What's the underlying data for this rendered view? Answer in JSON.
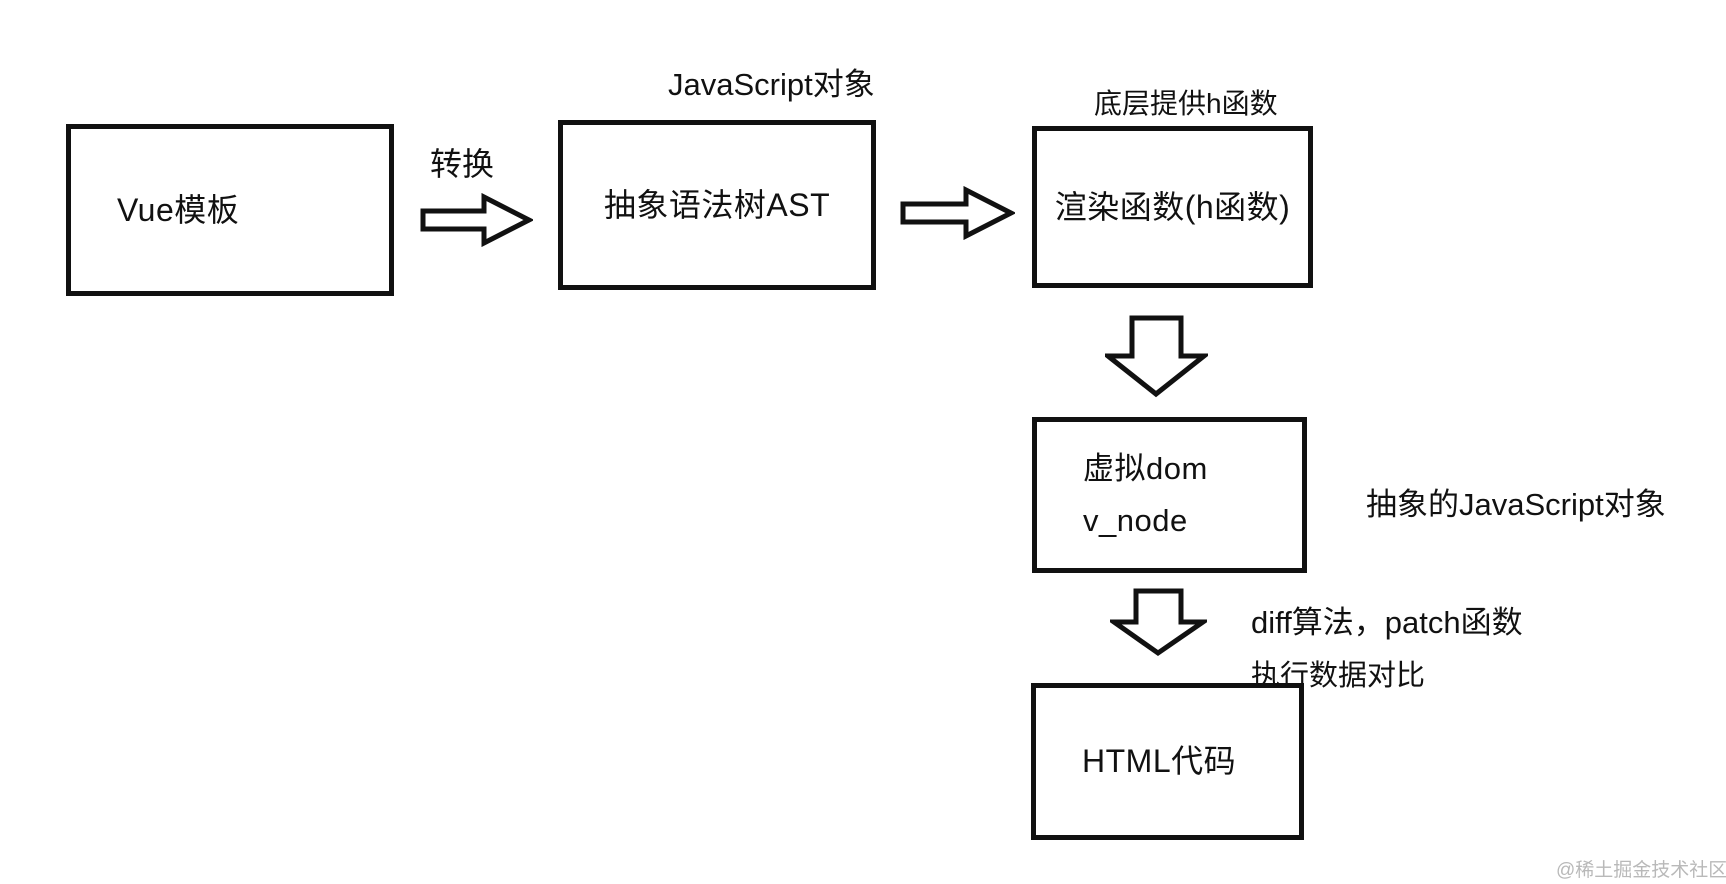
{
  "diagram": {
    "boxes": {
      "vue_template": {
        "label": "Vue模板"
      },
      "ast": {
        "label": "抽象语法树AST"
      },
      "render_fn": {
        "label": "渲染函数(h函数)"
      },
      "virtual_dom": {
        "line1": "虚拟dom",
        "line2": "v_node"
      },
      "html_code": {
        "label": "HTML代码"
      }
    },
    "annotations": {
      "transform": "转换",
      "js_object": "JavaScript对象",
      "h_function": "底层提供h函数",
      "abstract_js": "抽象的JavaScript对象",
      "diff_patch": "diff算法，patch函数",
      "compare": "执行数据对比"
    },
    "watermark": "@稀土掘金技术社区",
    "colors": {
      "line": "#111111",
      "text": "#111111",
      "watermark": "#b9b9b9",
      "background": "#ffffff"
    }
  }
}
